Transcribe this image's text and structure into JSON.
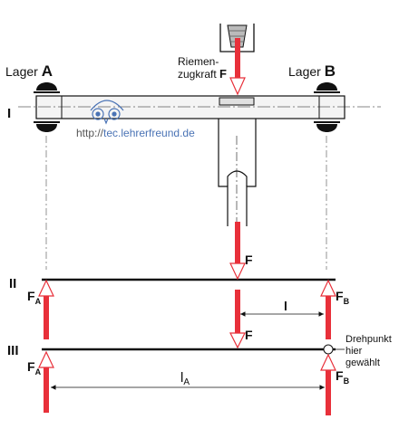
{
  "labels": {
    "section_1": "I",
    "section_2": "II",
    "section_3": "III",
    "bearing_a_word": "Lager",
    "bearing_a_letter": "A",
    "bearing_b_word": "Lager",
    "bearing_b_letter": "B",
    "belt_force_line1": "Riemen-",
    "belt_force_line2": "zugkraft",
    "belt_force_symbol": "F",
    "force_f_upper": "F",
    "force_f_lower": "F",
    "force_a_upper_main": "F",
    "force_a_upper_sub": "A",
    "force_b_upper_main": "F",
    "force_b_upper_sub": "B",
    "force_a_lower_main": "F",
    "force_a_lower_sub": "A",
    "force_b_lower_main": "F",
    "force_b_lower_sub": "B",
    "distance_l": "l",
    "distance_la_main": "l",
    "distance_la_sub": "A",
    "pivot_line1": "Drehpunkt",
    "pivot_line2": "hier",
    "pivot_line3": "gewählt"
  },
  "watermark": {
    "prefix": "http://",
    "domain": "tec.lehrerfreund.de"
  },
  "colors": {
    "force_arrow": "#e8303a",
    "line": "#111111",
    "shaft_fill": "#f4f4f4",
    "watermark_prefix": "#555555",
    "watermark_domain": "#4a73b5"
  }
}
